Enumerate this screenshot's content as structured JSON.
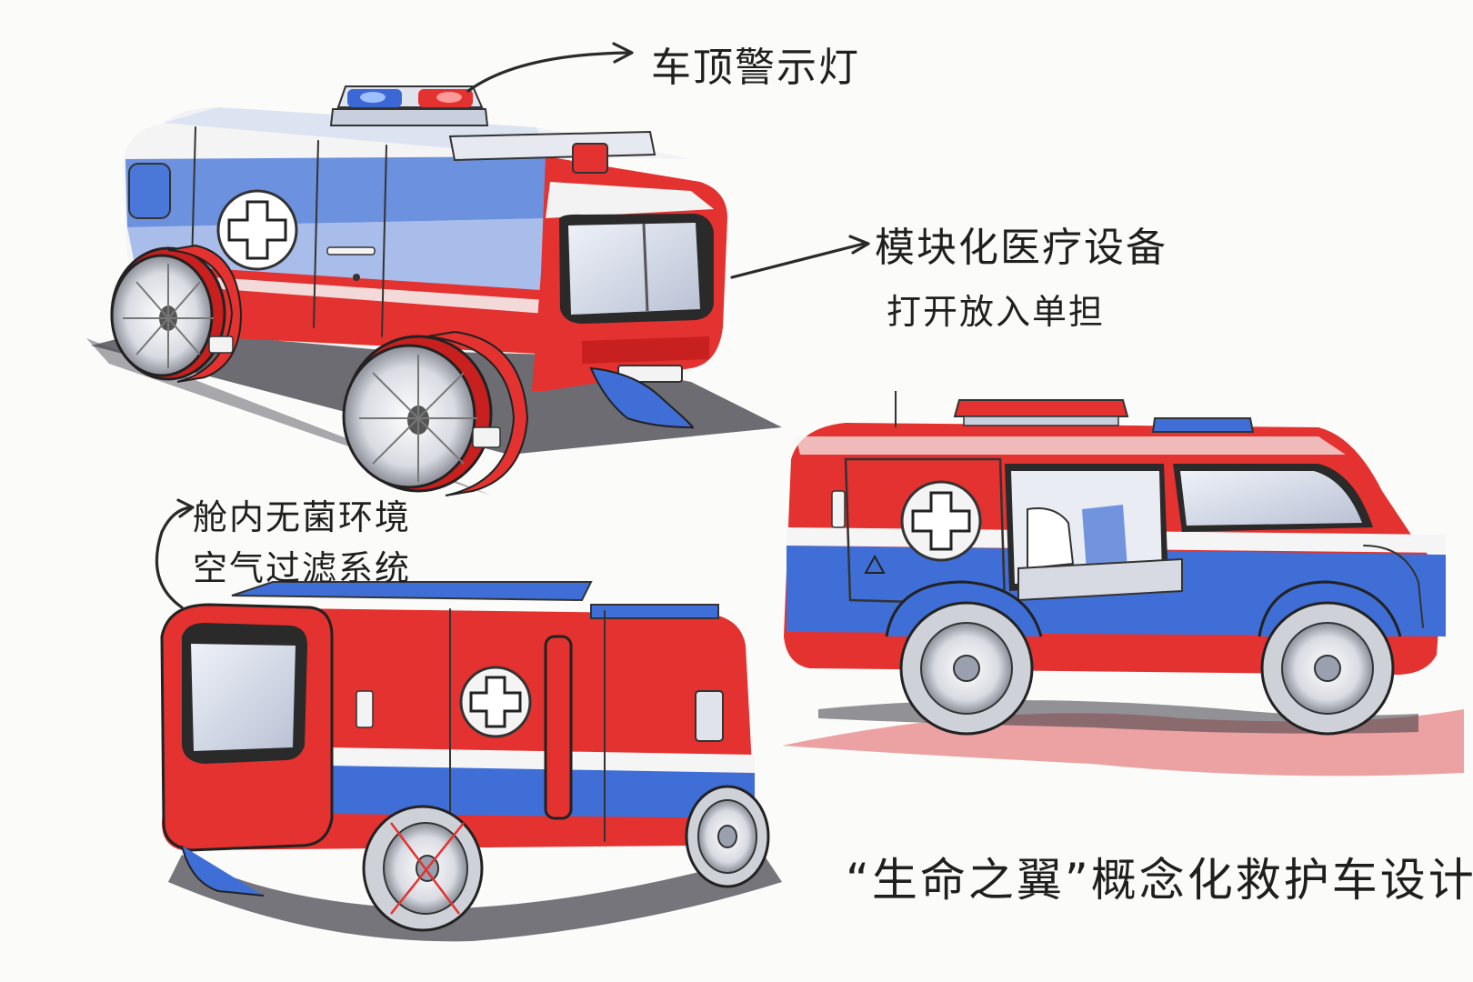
{
  "annotations": {
    "roof_light": "车顶警示灯",
    "modular_line1": "模块化医疗设备",
    "modular_line2": "打开放入单担",
    "cabin_line1": "舱内无菌环境",
    "cabin_line2": "空气过滤系统",
    "title": "“生命之翼”概念化救护车设计"
  },
  "palette": {
    "red": "#e3322f",
    "deep_red": "#c8201f",
    "blue": "#3f6fd6",
    "light_blue": "#9fb7ee",
    "white": "#f7f7f7",
    "ink": "#222222",
    "shadow": "#3c3c44"
  },
  "icons": {
    "medical_cross": "medical-cross-icon",
    "warning_triangle": "warning-triangle-icon"
  }
}
